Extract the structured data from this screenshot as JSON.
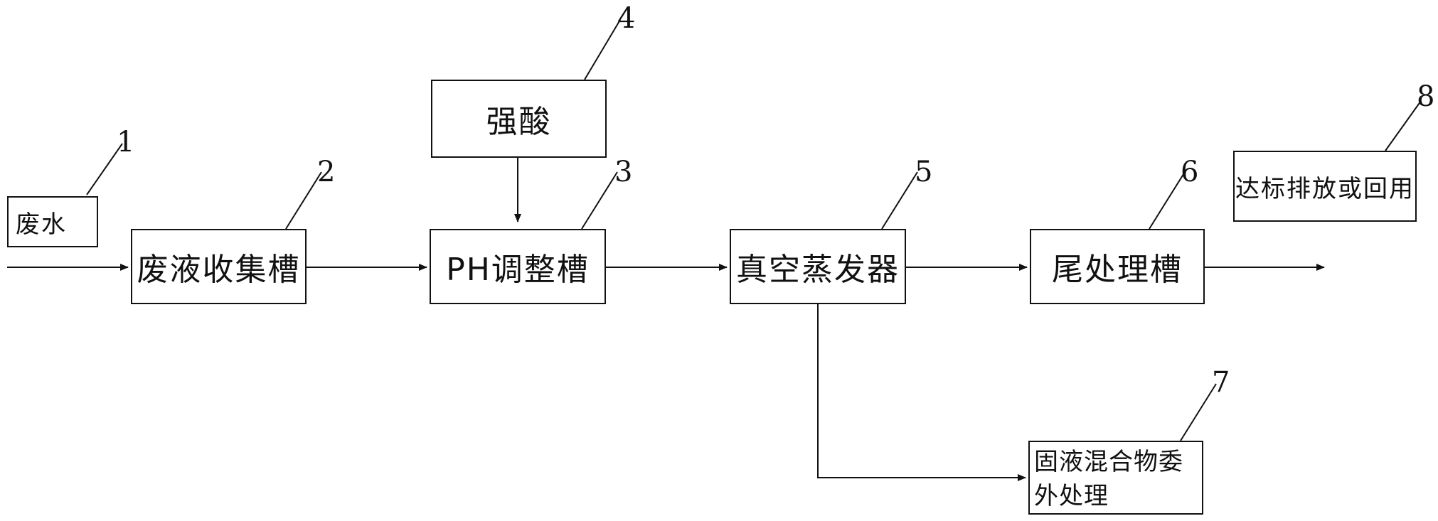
{
  "nodes": {
    "waste_water": "废水",
    "collect_tank": "废液收集槽",
    "strong_acid": "强酸",
    "ph_tank": "PH调整槽",
    "evaporator": "真空蒸发器",
    "tail_tank": "尾处理槽",
    "discharge": "达标排放或回用",
    "solid_liquid": "固液混合物委外处理"
  },
  "labels": {
    "n1": "1",
    "n2": "2",
    "n3": "3",
    "n4": "4",
    "n5": "5",
    "n6": "6",
    "n7": "7",
    "n8": "8"
  },
  "colors": {
    "line": "#111111",
    "background": "#ffffff"
  }
}
